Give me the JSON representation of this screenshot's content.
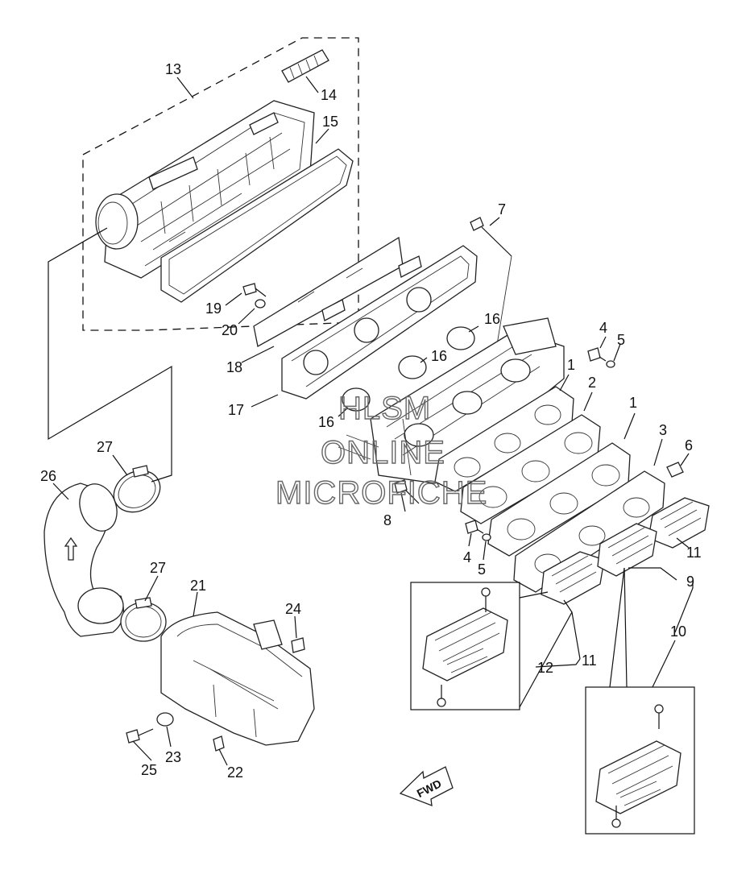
{
  "diagram": {
    "part_labels": {
      "p1a": "1",
      "p1b": "1",
      "p2": "2",
      "p3": "3",
      "p4a": "4",
      "p4b": "4",
      "p5a": "5",
      "p5b": "5",
      "p6": "6",
      "p7": "7",
      "p8": "8",
      "p9": "9",
      "p10": "10",
      "p11a": "11",
      "p11b": "11",
      "p12": "12",
      "p13": "13",
      "p14": "14",
      "p15": "15",
      "p16a": "16",
      "p16b": "16",
      "p16c": "16",
      "p17": "17",
      "p18": "18",
      "p19": "19",
      "p20": "20",
      "p21": "21",
      "p22": "22",
      "p23": "23",
      "p24": "24",
      "p25": "25",
      "p26": "26",
      "p27a": "27",
      "p27b": "27"
    },
    "watermark": [
      "HLSM",
      "ONLINE",
      "MICROFICHE"
    ],
    "fwd_label": "FWD"
  }
}
